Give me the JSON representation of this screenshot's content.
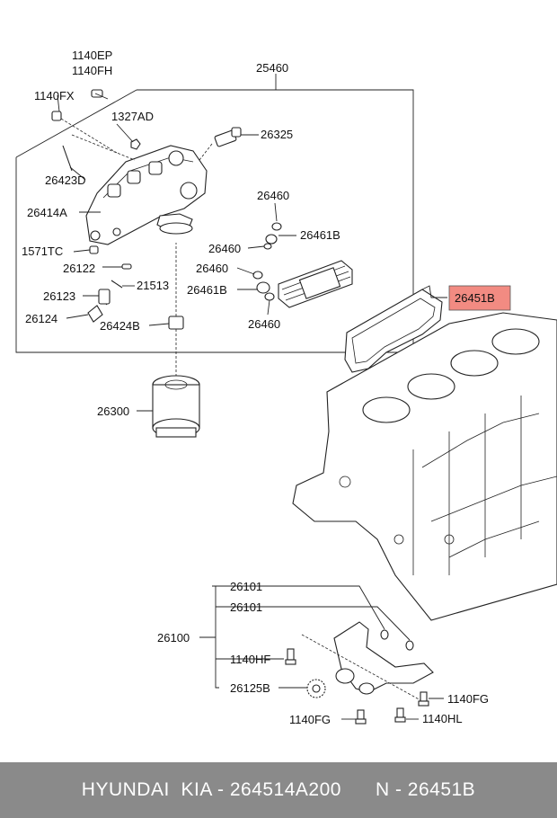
{
  "labels": {
    "p25460": "25460",
    "p1140EP": "1140EP",
    "p1140FH": "1140FH",
    "p1140FX": "1140FX",
    "p1327AD": "1327AD",
    "p26325": "26325",
    "p26423D": "26423D",
    "p26414A": "26414A",
    "p26460a": "26460",
    "p26461Ba": "26461B",
    "p26460b": "26460",
    "p1571TC": "1571TC",
    "p26460c": "26460",
    "p26122": "26122",
    "p21513": "21513",
    "p26461Bb": "26461B",
    "p26123": "26123",
    "p26460d": "26460",
    "p26124": "26124",
    "p26424B": "26424B",
    "p26451B": "26451B",
    "p26300": "26300",
    "p26101a": "26101",
    "p26101b": "26101",
    "p26100": "26100",
    "p1140HF": "1140HF",
    "p26125B": "26125B",
    "p1140FG_r": "1140FG",
    "p1140FG_b": "1140FG",
    "p1140HL": "1140HL"
  },
  "highlight_color": "#f28b82",
  "footer": {
    "text": "HYUNDAI  KIA - 264514A200      N - 26451B"
  }
}
